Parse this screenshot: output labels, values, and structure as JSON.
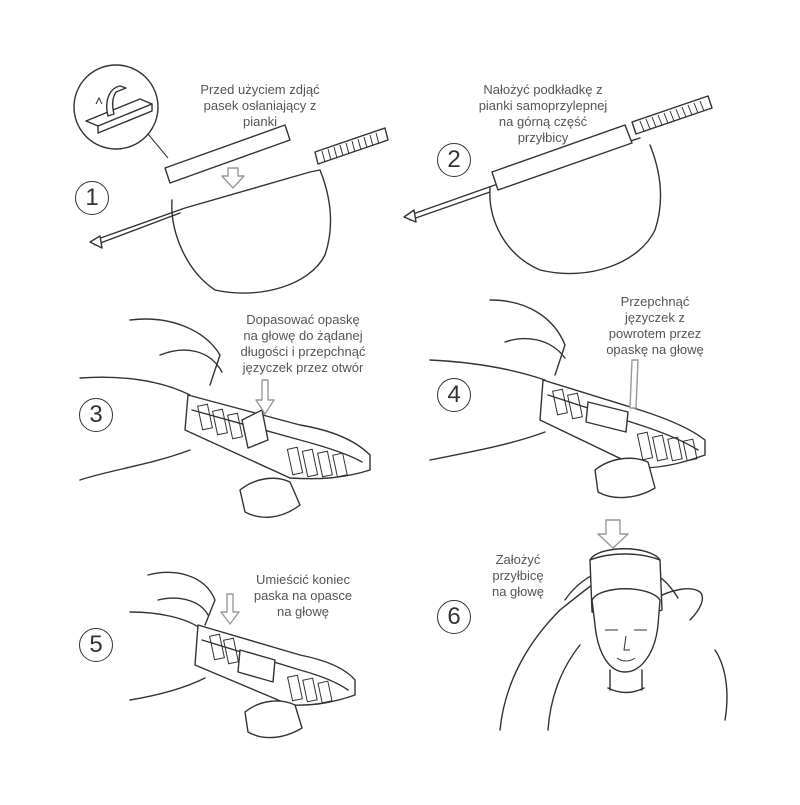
{
  "steps": [
    {
      "number": "1",
      "caption": "Przed użyciem zdjąć\npasek osłaniający z\npianki"
    },
    {
      "number": "2",
      "caption": "Nałożyć podkładkę z\npianki samoprzylepnej\nna górną część\nprzyłbicy"
    },
    {
      "number": "3",
      "caption": "Dopasować opaskę\nna głowę do żądanej\ndługości i przepchnąć\njęzyczek przez otwór"
    },
    {
      "number": "4",
      "caption": "Przepchnąć\njęzyczek z\npowrotem przez\nopaskę na głowę"
    },
    {
      "number": "5",
      "caption": "Umieścić koniec\npaska na opasce\nna głowę"
    },
    {
      "number": "6",
      "caption": "Założyć\nprzyłbicę\nna głowę"
    }
  ],
  "icons": {
    "zoom": "peel-off-detail-icon",
    "arrow": "down-arrow-icon"
  }
}
